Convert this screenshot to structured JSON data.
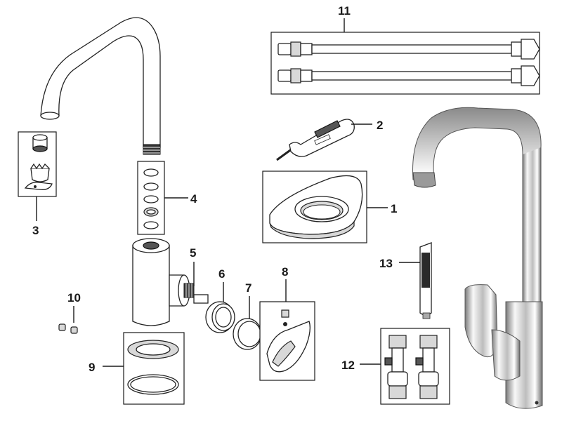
{
  "callouts": [
    "1",
    "2",
    "3",
    "4",
    "5",
    "6",
    "7",
    "8",
    "9",
    "10",
    "11",
    "12",
    "13"
  ],
  "colors": {
    "ink": "#1a1a1a",
    "chrome_light": "#f4f4f4",
    "chrome_dark": "#6a6a6a"
  }
}
